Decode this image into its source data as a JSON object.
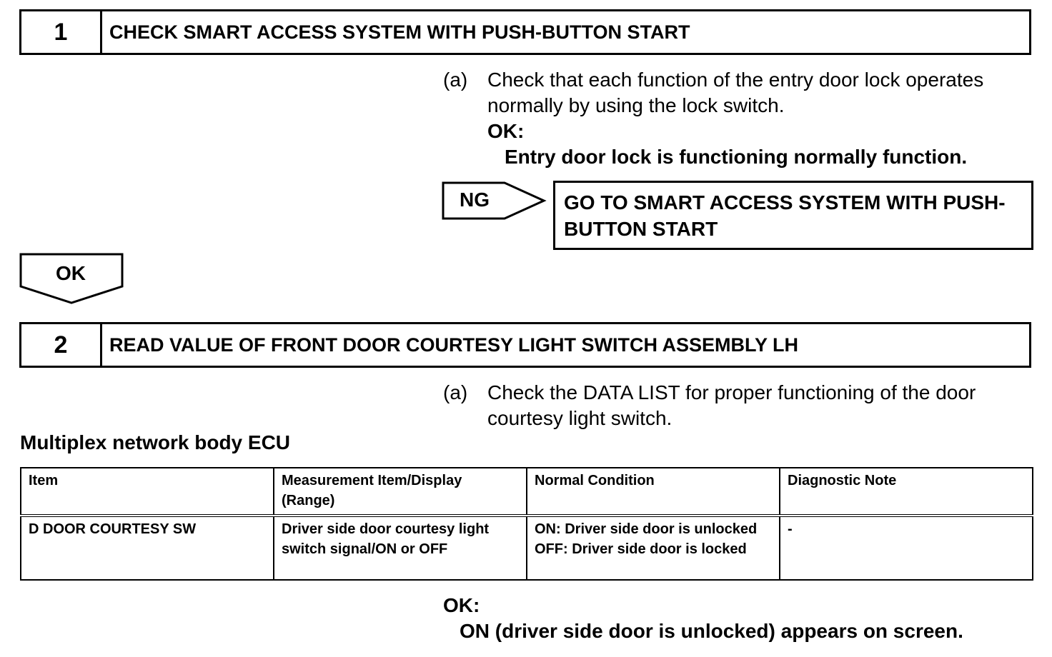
{
  "step1": {
    "number": "1",
    "title": "CHECK SMART ACCESS SYSTEM WITH PUSH-BUTTON START",
    "sub_label": "(a)",
    "sub_text": "Check that each function of the entry door lock operates normally by using the lock switch.",
    "ok_label": "OK:",
    "ok_text": "Entry door lock is functioning normally function.",
    "ng_label": "NG",
    "ng_goto": "GO TO SMART ACCESS SYSTEM WITH PUSH-BUTTON START",
    "ok_arrow_label": "OK"
  },
  "step2": {
    "number": "2",
    "title": "READ VALUE OF FRONT DOOR COURTESY LIGHT SWITCH ASSEMBLY LH",
    "sub_label": "(a)",
    "sub_text": "Check the DATA LIST for proper functioning of the door courtesy light switch.",
    "table_title": "Multiplex network body ECU",
    "table": {
      "headers": [
        "Item",
        "Measurement Item/Display (Range)",
        "Normal Condition",
        "Diagnostic Note"
      ],
      "rows": [
        [
          "D DOOR COURTESY SW",
          "Driver side door courtesy light switch signal/ON or OFF",
          "ON: Driver side door is unlocked\nOFF: Driver side door is locked",
          "-"
        ]
      ]
    },
    "ok_label": "OK:",
    "ok_text": "ON (driver side door is unlocked) appears on screen."
  }
}
